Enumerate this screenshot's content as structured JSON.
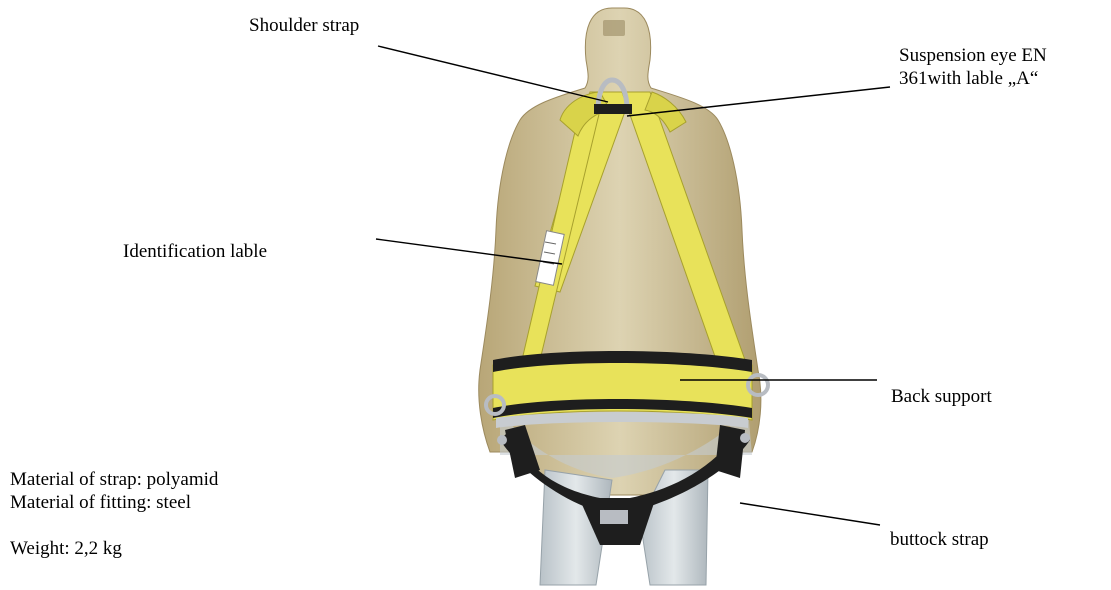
{
  "labels": {
    "shoulder_strap": "Shoulder strap",
    "suspension_eye_line1": "Suspension eye EN",
    "suspension_eye_line2": "361with lable „A“",
    "identification_label": "Identification lable",
    "back_support": "Back support",
    "buttock_strap": "buttock strap"
  },
  "specs": {
    "strap_material": "Material of strap: polyamid",
    "fitting_material": "Material of fitting: steel",
    "weight": "Weight: 2,2 kg"
  },
  "colors": {
    "strap_yellow": "#e8e25a",
    "mannequin": "#c9b98a",
    "webbing_black": "#1e1e1e",
    "metal": "#b8bcc2"
  }
}
